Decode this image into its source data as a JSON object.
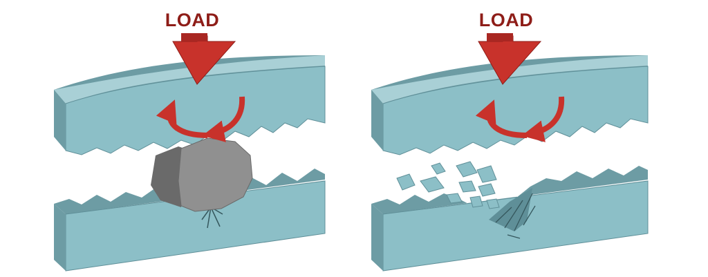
{
  "colors": {
    "load": "#c8322b",
    "load_dark": "#8e1d18",
    "block_top": "#a9d0d6",
    "block_face": "#8cbfc7",
    "block_side": "#6d9ca4",
    "block_edge": "#5f8f98",
    "rock": "#8f8f8f",
    "rock_dark": "#6a6a6a",
    "crack": "#35575d"
  },
  "icons": {
    "load_arrow": "down-arrow-icon",
    "bending_arrows": "curved-arrow-icon",
    "particle": "rock-icon",
    "fragments": "rock-fragment-icon"
  },
  "panels": [
    {
      "id": "left",
      "load_label": "LOAD"
    },
    {
      "id": "right",
      "load_label": "LOAD"
    }
  ]
}
